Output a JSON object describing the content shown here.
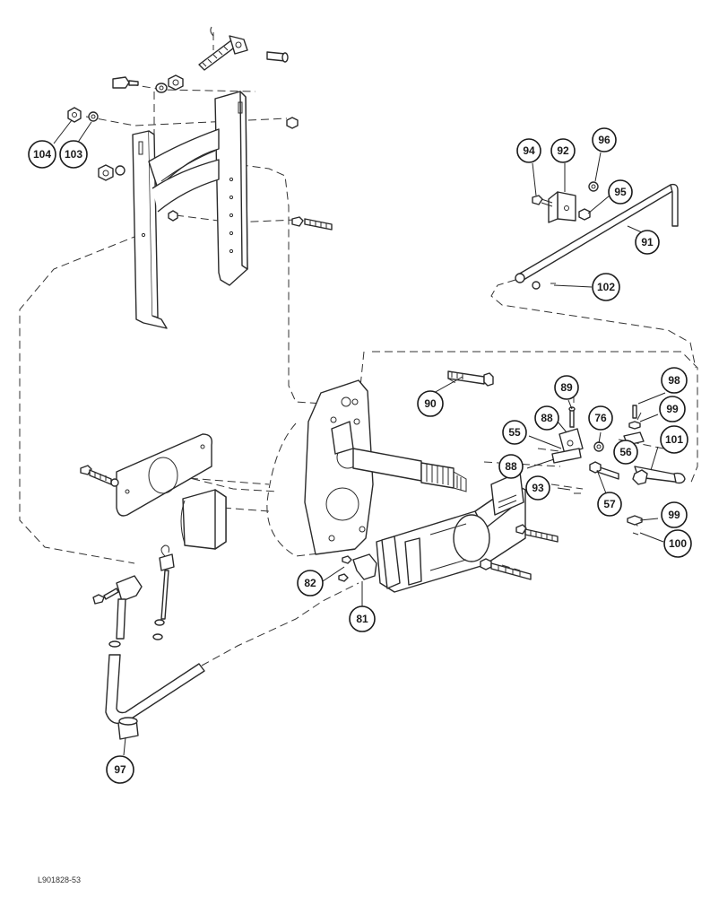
{
  "figure_reference": "L901828-53",
  "callouts": {
    "c104": "104",
    "c103": "103",
    "c94": "94",
    "c92": "92",
    "c96": "96",
    "c95": "95",
    "c91": "91",
    "c102": "102",
    "c90": "90",
    "c89": "89",
    "c98": "98",
    "c88a": "88",
    "c76": "76",
    "c99a": "99",
    "c55": "55",
    "c56": "56",
    "c101": "101",
    "c88b": "88",
    "c93": "93",
    "c57": "57",
    "c99b": "99",
    "c100": "100",
    "c82": "82",
    "c81": "81",
    "c97": "97"
  }
}
